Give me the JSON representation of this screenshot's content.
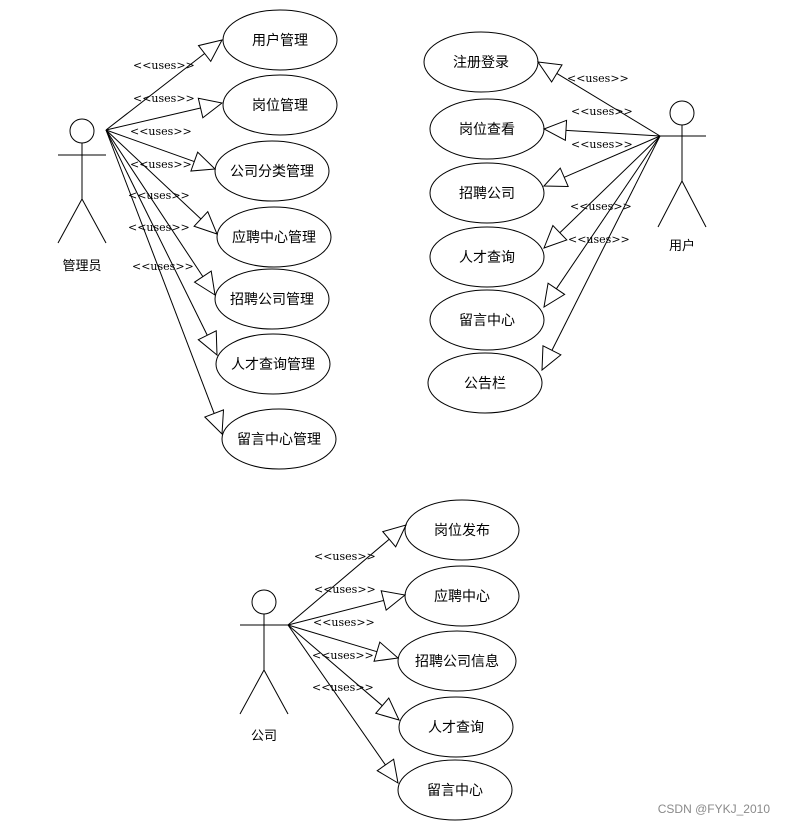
{
  "relationship_label": "<<uses>>",
  "watermark": "CSDN @FYKJ_2010",
  "actors": {
    "admin": {
      "name": "管理员",
      "use_cases": [
        "用户管理",
        "岗位管理",
        "公司分类管理",
        "应聘中心管理",
        "招聘公司管理",
        "人才查询管理",
        "留言中心管理"
      ]
    },
    "user": {
      "name": "用户",
      "use_cases": [
        "注册登录",
        "岗位查看",
        "招聘公司",
        "人才查询",
        "留言中心",
        "公告栏"
      ]
    },
    "company": {
      "name": "公司",
      "use_cases": [
        "岗位发布",
        "应聘中心",
        "招聘公司信息",
        "人才查询",
        "留言中心"
      ]
    }
  }
}
